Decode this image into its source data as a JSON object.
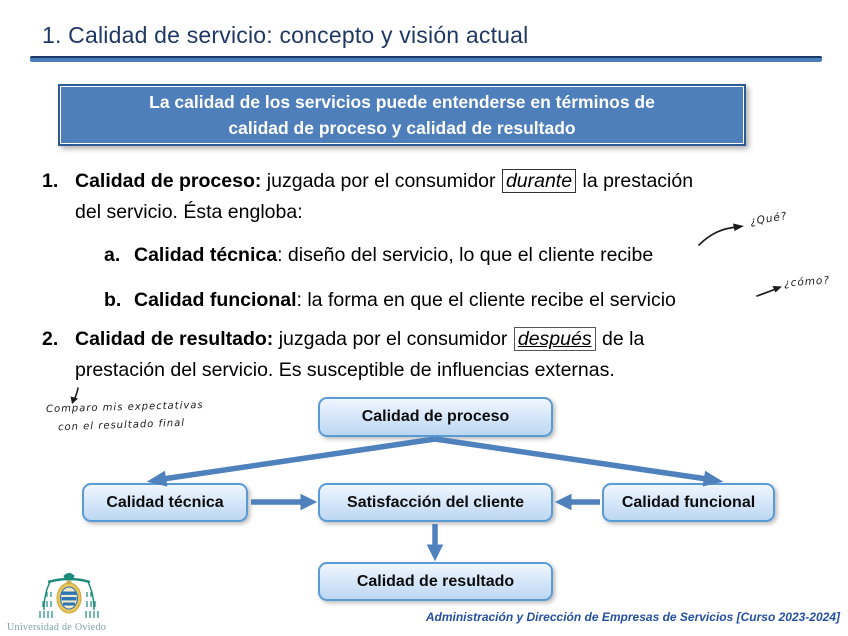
{
  "slide": {
    "title": "1. Calidad de servicio: concepto y visión actual",
    "statement": {
      "line1": "La calidad de los servicios puede entenderse en términos de",
      "line2": "calidad de proceso y calidad de resultado"
    },
    "list": {
      "item1": {
        "marker": "1.",
        "lead": "Calidad de proceso:",
        "mid": " juzgada por el consumidor ",
        "highlight": "durante",
        "end": " la prestación",
        "line2": "del servicio. Ésta engloba:"
      },
      "item1a": {
        "marker": "a.",
        "lead": "Calidad técnica",
        "text": ": diseño del servicio, lo que el cliente recibe"
      },
      "item1b": {
        "marker": "b.",
        "lead": "Calidad funcional",
        "text": ": la forma en que el cliente recibe el servicio"
      },
      "item2": {
        "marker": "2.",
        "lead": "Calidad de resultado:",
        "mid": " juzgada por el consumidor ",
        "highlight": "después",
        "end": " de la",
        "line2": "prestación del servicio. Es susceptible de influencias externas."
      }
    },
    "annotations": {
      "que": "¿Qué?",
      "como": "¿cómo?",
      "note_line1": "Comparo mis expectativas",
      "note_line2": "con el resultado final"
    },
    "diagram": {
      "process": "Calidad de proceso",
      "technical": "Calidad técnica",
      "satisfaction": "Satisfacción del cliente",
      "functional": "Calidad funcional",
      "result": "Calidad de resultado"
    },
    "footer": {
      "course": "Administración y Dirección de Empresas de Servicios [Curso 2023-2024]",
      "university": "Universidad de Oviedo"
    },
    "colors": {
      "title_navy": "#1f3864",
      "accent_blue": "#4f81bd",
      "node_border_blue": "#5b9bd5",
      "statement_fill": "#4e7fba",
      "statement_border": "#2d5a92",
      "footer_blue": "#2450a0",
      "logo_teal": "#1a8a7a",
      "logo_gold": "#e8c55a"
    }
  }
}
